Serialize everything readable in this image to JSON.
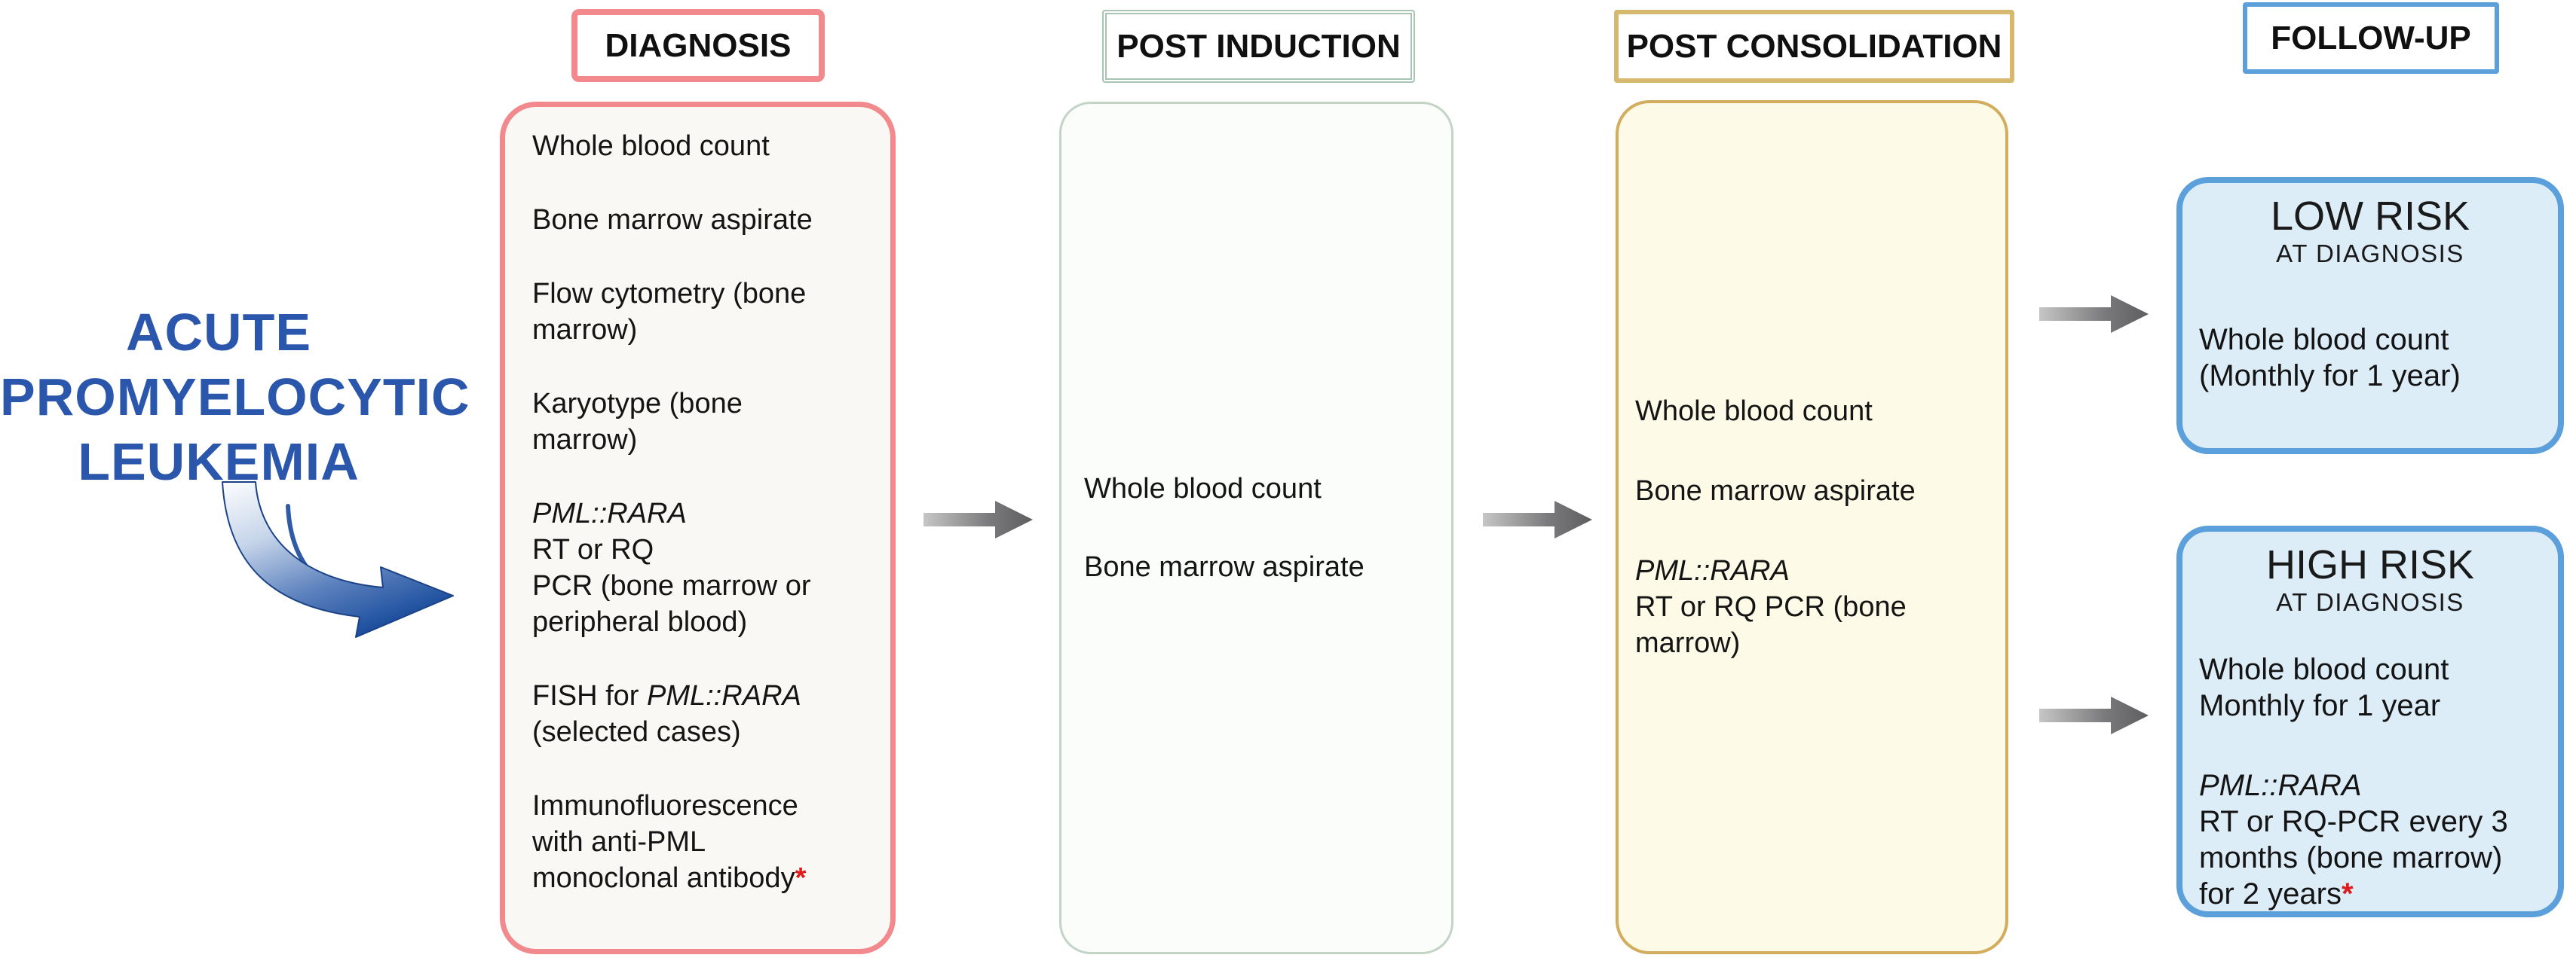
{
  "colors": {
    "title_blue": "#2a57ac",
    "diagnosis_accent": "#f2898c",
    "post_induction_accent": "#a9c3b4",
    "post_consolidation_accent": "#d2ad5e",
    "follow_up_accent": "#5b9fdb",
    "arrow_gray": "#5e5e60",
    "footnote_red": "#e01b1b"
  },
  "title": {
    "line1": "ACUTE",
    "line2": "PROMYELOCYTIC",
    "line3": "LEUKEMIA"
  },
  "diagnosis": {
    "label": "DIAGNOSIS",
    "item1": "Whole blood count",
    "item2": "Bone marrow aspirate",
    "item3_line1": "Flow cytometry (bone",
    "item3_line2": "marrow)",
    "item4_line1": "Karyotype (bone",
    "item4_line2": "marrow)",
    "item5_gene": "PML::RARA",
    "item5_line1": "RT or RQ",
    "item5_line2": "PCR (bone marrow or",
    "item5_line3": "peripheral blood)",
    "item6_text": "FISH for ",
    "item6_gene": "PML::RARA",
    "item6_line2": "(selected cases)",
    "item7_line1": "Immunofluorescence",
    "item7_line2": "with anti-PML",
    "item7_line3": "monoclonal antibody",
    "item7_asterisk": "*"
  },
  "post_induction": {
    "label": "POST INDUCTION",
    "item1": "Whole blood count",
    "item2": "Bone marrow aspirate"
  },
  "post_consolidation": {
    "label": "POST CONSOLIDATION",
    "item1": "Whole blood count",
    "item2": "Bone marrow aspirate",
    "item3_gene": "PML::RARA",
    "item3_line1": "RT or RQ PCR (bone",
    "item3_line2": "marrow)"
  },
  "follow_up": {
    "label": "FOLLOW-UP",
    "low_risk": {
      "heading": "LOW RISK",
      "subheading": "AT DIAGNOSIS",
      "line1": "Whole blood count",
      "line2": "(Monthly for 1 year)"
    },
    "high_risk": {
      "heading": "HIGH RISK",
      "subheading": "AT DIAGNOSIS",
      "line1": "Whole blood count",
      "line2": "Monthly for 1 year",
      "gene": "PML::RARA",
      "line3": "RT or RQ-PCR every 3",
      "line4": "months (bone marrow)",
      "line5": "for 2 years",
      "asterisk": "*"
    }
  }
}
